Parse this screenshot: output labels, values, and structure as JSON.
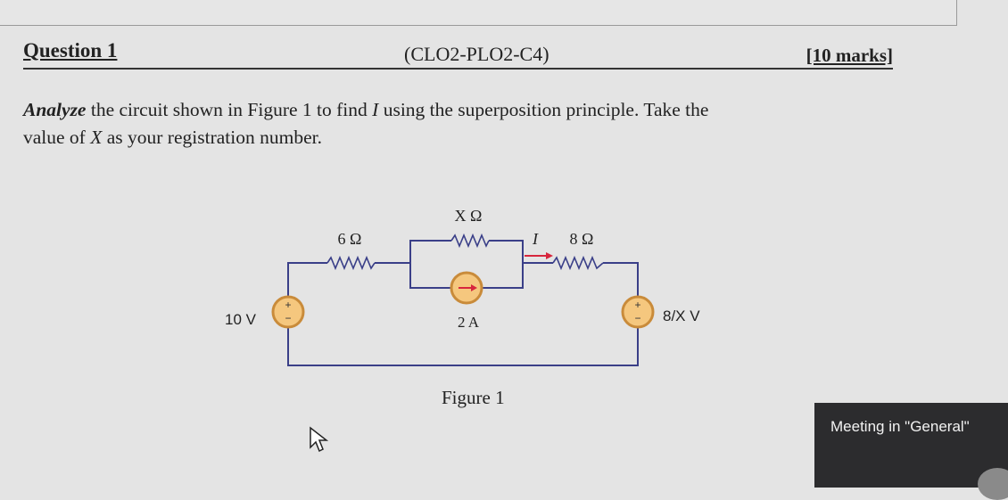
{
  "question": {
    "title": "Question 1",
    "code": "(CLO2-PLO2-C4)",
    "marks": "[10 marks]"
  },
  "body": {
    "line1_a": "Analyze",
    "line1_b": " the circuit shown in Figure 1 to find ",
    "current_var": "I",
    "line1_c": "  using the superposition principle. Take the",
    "line2_a": "value of ",
    "x_var": "X",
    "line2_b": "  as your registration number."
  },
  "circuit": {
    "label_x_ohm": "X Ω",
    "label_6_ohm": "6 Ω",
    "label_i": "I",
    "label_8_ohm": "8 Ω",
    "label_10v": "10 V",
    "label_2a": "2 A",
    "label_8xv": "8/X V",
    "colors": {
      "wire": "#3a3f88",
      "source_fill": "#f5c77e",
      "source_stroke": "#c98b3a",
      "arrow": "#d7263d"
    }
  },
  "figure_caption": "Figure 1",
  "meeting": {
    "label": "Meeting in \"General\""
  }
}
